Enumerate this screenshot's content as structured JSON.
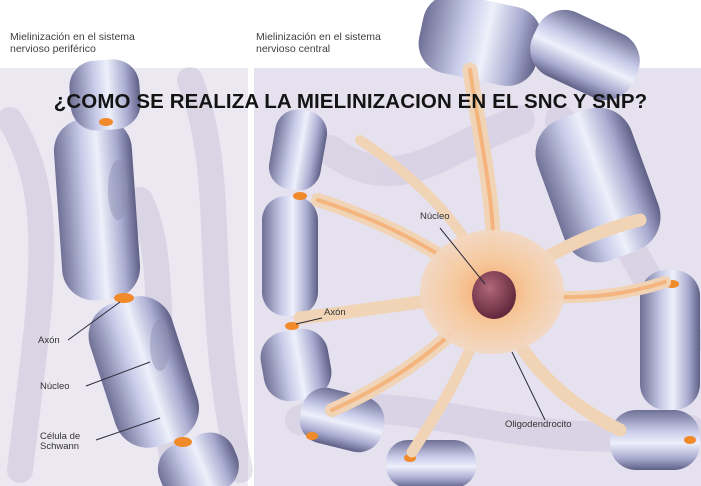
{
  "title": "¿COMO SE REALIZA LA MIELINIZACION EN EL SNC Y SNP?",
  "panels": {
    "peripheral": {
      "heading_line1": "Mielinización en el sistema",
      "heading_line2": "nervioso periférico",
      "labels": {
        "axon": "Axón",
        "nucleus": "Núcleo",
        "schwann_line1": "Célula de",
        "schwann_line2": "Schwann"
      }
    },
    "central": {
      "heading_line1": "Mielinización en el sistema",
      "heading_line2": "nervioso central",
      "labels": {
        "nucleus": "Núcleo",
        "axon": "Axón",
        "oligodendrocyte": "Oligodendrocito"
      }
    }
  },
  "colors": {
    "background_left": "#ece8f2",
    "background_right": "#e6e1ee",
    "myelin_fill": "#b3b7d8",
    "myelin_highlight": "#eef0fb",
    "node_orange": "#f08a2a",
    "cell_body": "#f2c79a",
    "cell_nucleus": "#8a3c52"
  }
}
